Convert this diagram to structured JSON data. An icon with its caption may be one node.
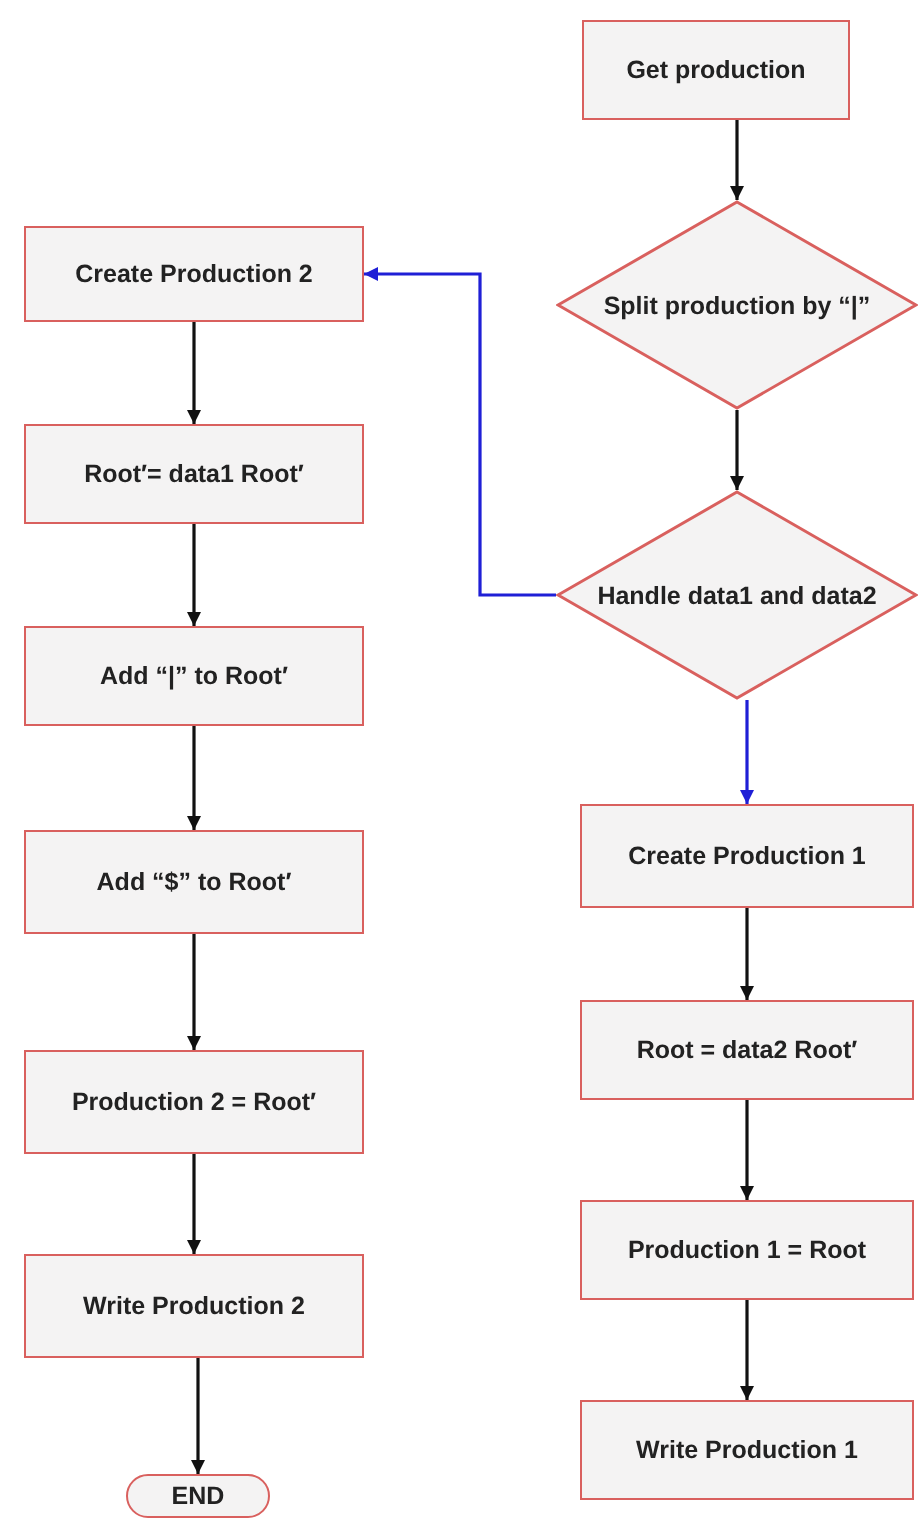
{
  "diagram": {
    "nodes": [
      {
        "text": [
          "Get production"
        ]
      },
      {
        "text": [
          "Split production by “|”"
        ]
      },
      {
        "text": [
          "Handle data1 and data2"
        ]
      },
      {
        "text": [
          "Create Production 2"
        ]
      },
      {
        "text": [
          "Root′= data1 Root′"
        ]
      },
      {
        "text": [
          "Add “|” to Root′"
        ]
      },
      {
        "text": [
          "Add “$” to Root′"
        ]
      },
      {
        "text": [
          "Production 2 =  Root′"
        ]
      },
      {
        "text": [
          "Write Production 2"
        ]
      },
      {
        "text": [
          "END"
        ]
      },
      {
        "text": [
          "Create Production 1"
        ]
      },
      {
        "text": [
          "Root = data2 Root′"
        ]
      },
      {
        "text": [
          "Production 1 =  Root"
        ]
      },
      {
        "text": [
          "Write Production 1"
        ]
      }
    ],
    "edges": [
      {
        "from": 0,
        "to": 1,
        "arrow": "to"
      },
      {
        "from": 1,
        "to": 2,
        "arrow": "to"
      },
      {
        "from": 2,
        "to": 3,
        "arrow": "to",
        "color": "#1f1fd6"
      },
      {
        "from": 2,
        "to": 10,
        "arrow": "to",
        "color": "#1f1fd6"
      },
      {
        "from": 3,
        "to": 4,
        "arrow": "to"
      },
      {
        "from": 4,
        "to": 5,
        "arrow": "to"
      },
      {
        "from": 5,
        "to": 6,
        "arrow": "to"
      },
      {
        "from": 6,
        "to": 7,
        "arrow": "to"
      },
      {
        "from": 7,
        "to": 8,
        "arrow": "to"
      },
      {
        "from": 8,
        "to": 9,
        "arrow": "to"
      },
      {
        "from": 10,
        "to": 11,
        "arrow": "to"
      },
      {
        "from": 11,
        "to": 12,
        "arrow": "to"
      },
      {
        "from": 12,
        "to": 13,
        "arrow": "to"
      }
    ]
  }
}
